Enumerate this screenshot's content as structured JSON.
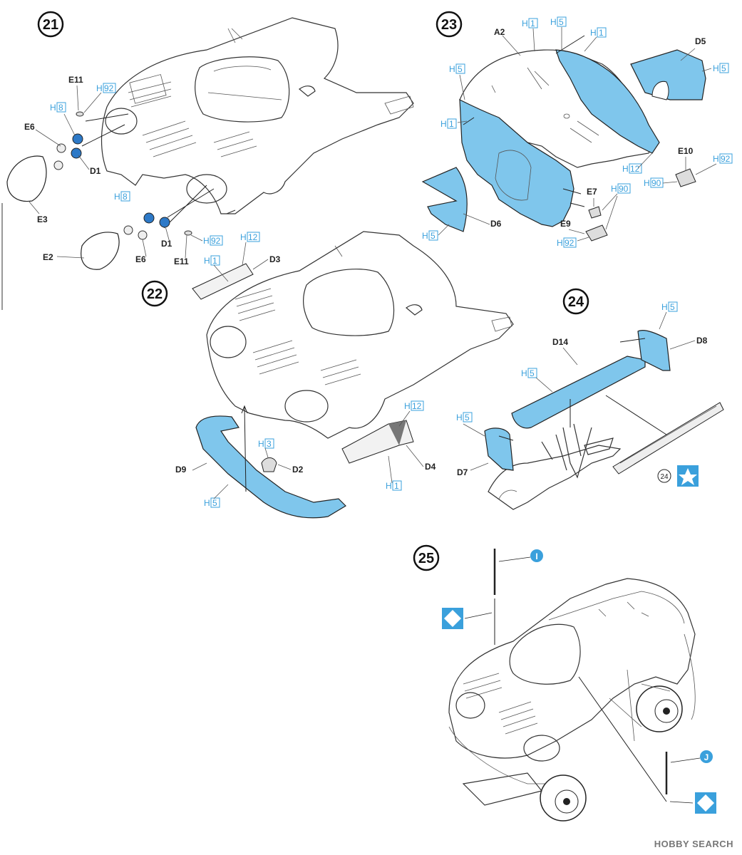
{
  "colors": {
    "paint_blue": "#7fc6ec",
    "label_blue": "#3aa0dc",
    "detail_blue": "#2d79c7"
  },
  "steps": {
    "s21": "21",
    "s22": "22",
    "s23": "23",
    "s24": "24",
    "s25": "25"
  },
  "step21": {
    "e11_top": "E11",
    "h92_top": "92",
    "h8_top": "8",
    "e6_top": "E6",
    "d1_top": "D1",
    "e3": "E3",
    "h8_mid": "8",
    "d1_mid": "D1",
    "e6_mid": "E6",
    "e2": "E2",
    "e11_mid": "E11",
    "h92_mid": "92"
  },
  "step22": {
    "h1": "1",
    "h12_a": "12",
    "d3": "D3",
    "h12_b": "12",
    "h3": "3",
    "d2": "D2",
    "d9": "D9",
    "h5": "5",
    "d4": "D4",
    "h1_b": "1"
  },
  "step23": {
    "a2": "A2",
    "h1_a": "1",
    "h5_a": "5",
    "h1_b": "1",
    "d5": "D5",
    "h5_b": "5",
    "h5_c": "5",
    "h1_c": "1",
    "e10": "E10",
    "h92": "92",
    "h12": "12",
    "h90_a": "90",
    "e7": "E7",
    "h90_b": "90",
    "d6": "D6",
    "h5_d": "5",
    "e9": "E9",
    "h92_b": "92"
  },
  "step24": {
    "h5_a": "5",
    "d14": "D14",
    "h5_b": "5",
    "d8": "D8",
    "h5_c": "5",
    "d7": "D7",
    "ref": "24"
  },
  "step25": {
    "i": "I",
    "j": "J"
  },
  "icons": [
    "star-icon",
    "diamond-icon"
  ],
  "watermark": "HOBBY SEARCH"
}
